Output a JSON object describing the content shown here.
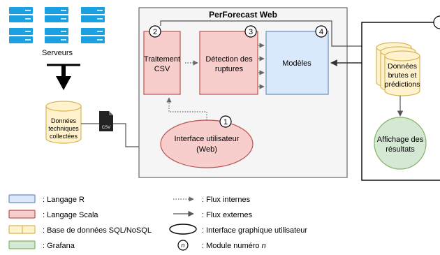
{
  "servers_label": "Serveurs",
  "collected_data": [
    "Données",
    "techniques",
    "collectées"
  ],
  "csv_icon_label": "CSV",
  "perforecast_title": "PerForecast Web",
  "modules": {
    "csv_processing": [
      "Traitement",
      "CSV"
    ],
    "break_detection": [
      "Détection des",
      "ruptures"
    ],
    "models": [
      "Modèles"
    ],
    "ui": [
      "Interface utilisateur",
      "(Web)"
    ]
  },
  "module_numbers": [
    "1",
    "2",
    "3",
    "4"
  ],
  "results_db": [
    "Données",
    "brutes et",
    "prédictions"
  ],
  "results_display": [
    "Affichage des",
    "résultats"
  ],
  "legend": {
    "lang_r": ": Langage R",
    "lang_scala": ": Langage Scala",
    "database": ": Base de données SQL/NoSQL",
    "grafana": ": Grafana",
    "internal_flow": ": Flux internes",
    "external_flow": ": Flux externes",
    "gui": ": Interface graphique utilisateur",
    "module_number_prefix": ": Module numéro ",
    "module_number_var": "n",
    "n_symbol": "n"
  },
  "colors": {
    "r_fill": "#dae8fc",
    "r_stroke": "#6c8ebf",
    "scala_fill": "#f8cecc",
    "scala_stroke": "#b85450",
    "db_fill": "#fff2cc",
    "db_stroke": "#d6b656",
    "grafana_fill": "#d5e8d4",
    "grafana_stroke": "#82b366",
    "server_blue": "#1ba1e2"
  }
}
